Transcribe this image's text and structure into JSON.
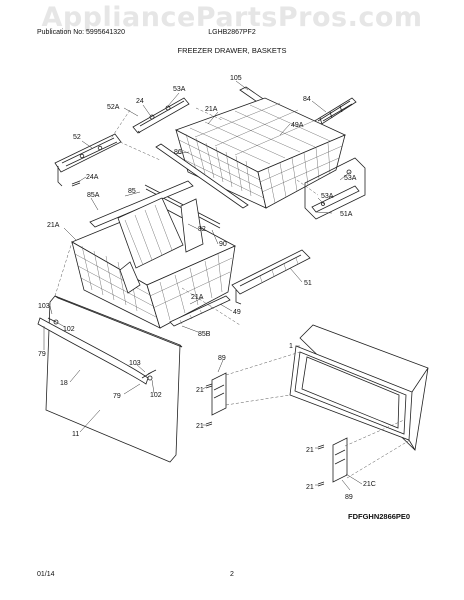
{
  "watermark": "AppliancePartsPros.com",
  "header": {
    "publication": "Publication No: 5995641320",
    "model": "LGHB2867PF2"
  },
  "title": "FREEZER DRAWER, BASKETS",
  "diagram_code": "FDFGHN2866PE0",
  "footer": {
    "date": "01/14",
    "page": "2"
  },
  "callouts": {
    "c105": "105",
    "c84": "84",
    "c52A": "52A",
    "c24_top": "24",
    "c53A_1": "53A",
    "c21A_top": "21A",
    "c49A": "49A",
    "c52": "52",
    "c86": "86",
    "c24A": "24A",
    "c85": "85",
    "c85A": "85A",
    "c21A_left": "21A",
    "c82": "82",
    "c90": "90",
    "c53A_2": "53A",
    "c53A_3": "53A",
    "c51A": "51A",
    "c51": "51",
    "c21A_mid": "21A",
    "c49": "49",
    "c85B": "85B",
    "c103_a": "103",
    "c102_a": "102",
    "c79_a": "79",
    "c89_a": "89",
    "c1": "1",
    "c103_b": "103",
    "c18": "18",
    "c79_b": "79",
    "c102_b": "102",
    "c21_a": "21",
    "c11": "11",
    "c21_b": "21",
    "c21_c": "21",
    "c21_d": "21",
    "c21C": "21C",
    "c89_b": "89"
  }
}
